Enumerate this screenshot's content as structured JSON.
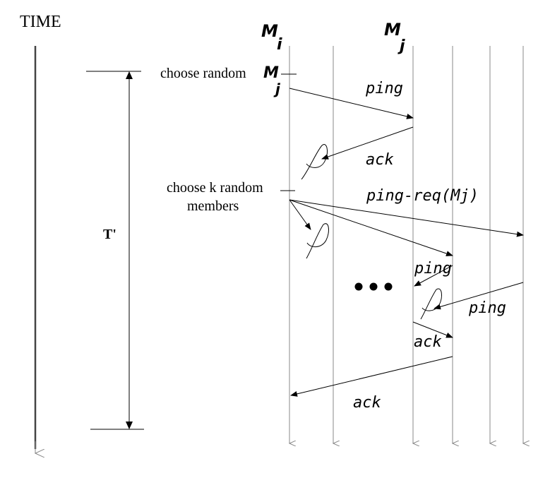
{
  "axis": {
    "time_label": "TIME"
  },
  "period": {
    "label": "T'"
  },
  "processes": {
    "i_letter": "M",
    "i_sub": "i",
    "j_letter": "M",
    "j_sub": "j"
  },
  "steps": {
    "choose_random": "choose random",
    "choose_random_sym": "M",
    "choose_random_sub": "j",
    "choose_k_line1": "choose k random",
    "choose_k_line2": "members"
  },
  "messages": {
    "ping1": "ping",
    "ack1": "ack",
    "ping_req": "ping-req(Mj)",
    "ping2": "ping",
    "ping3": "ping",
    "ack2": "ack",
    "ack3": "ack"
  },
  "ellipsis": "• • •"
}
